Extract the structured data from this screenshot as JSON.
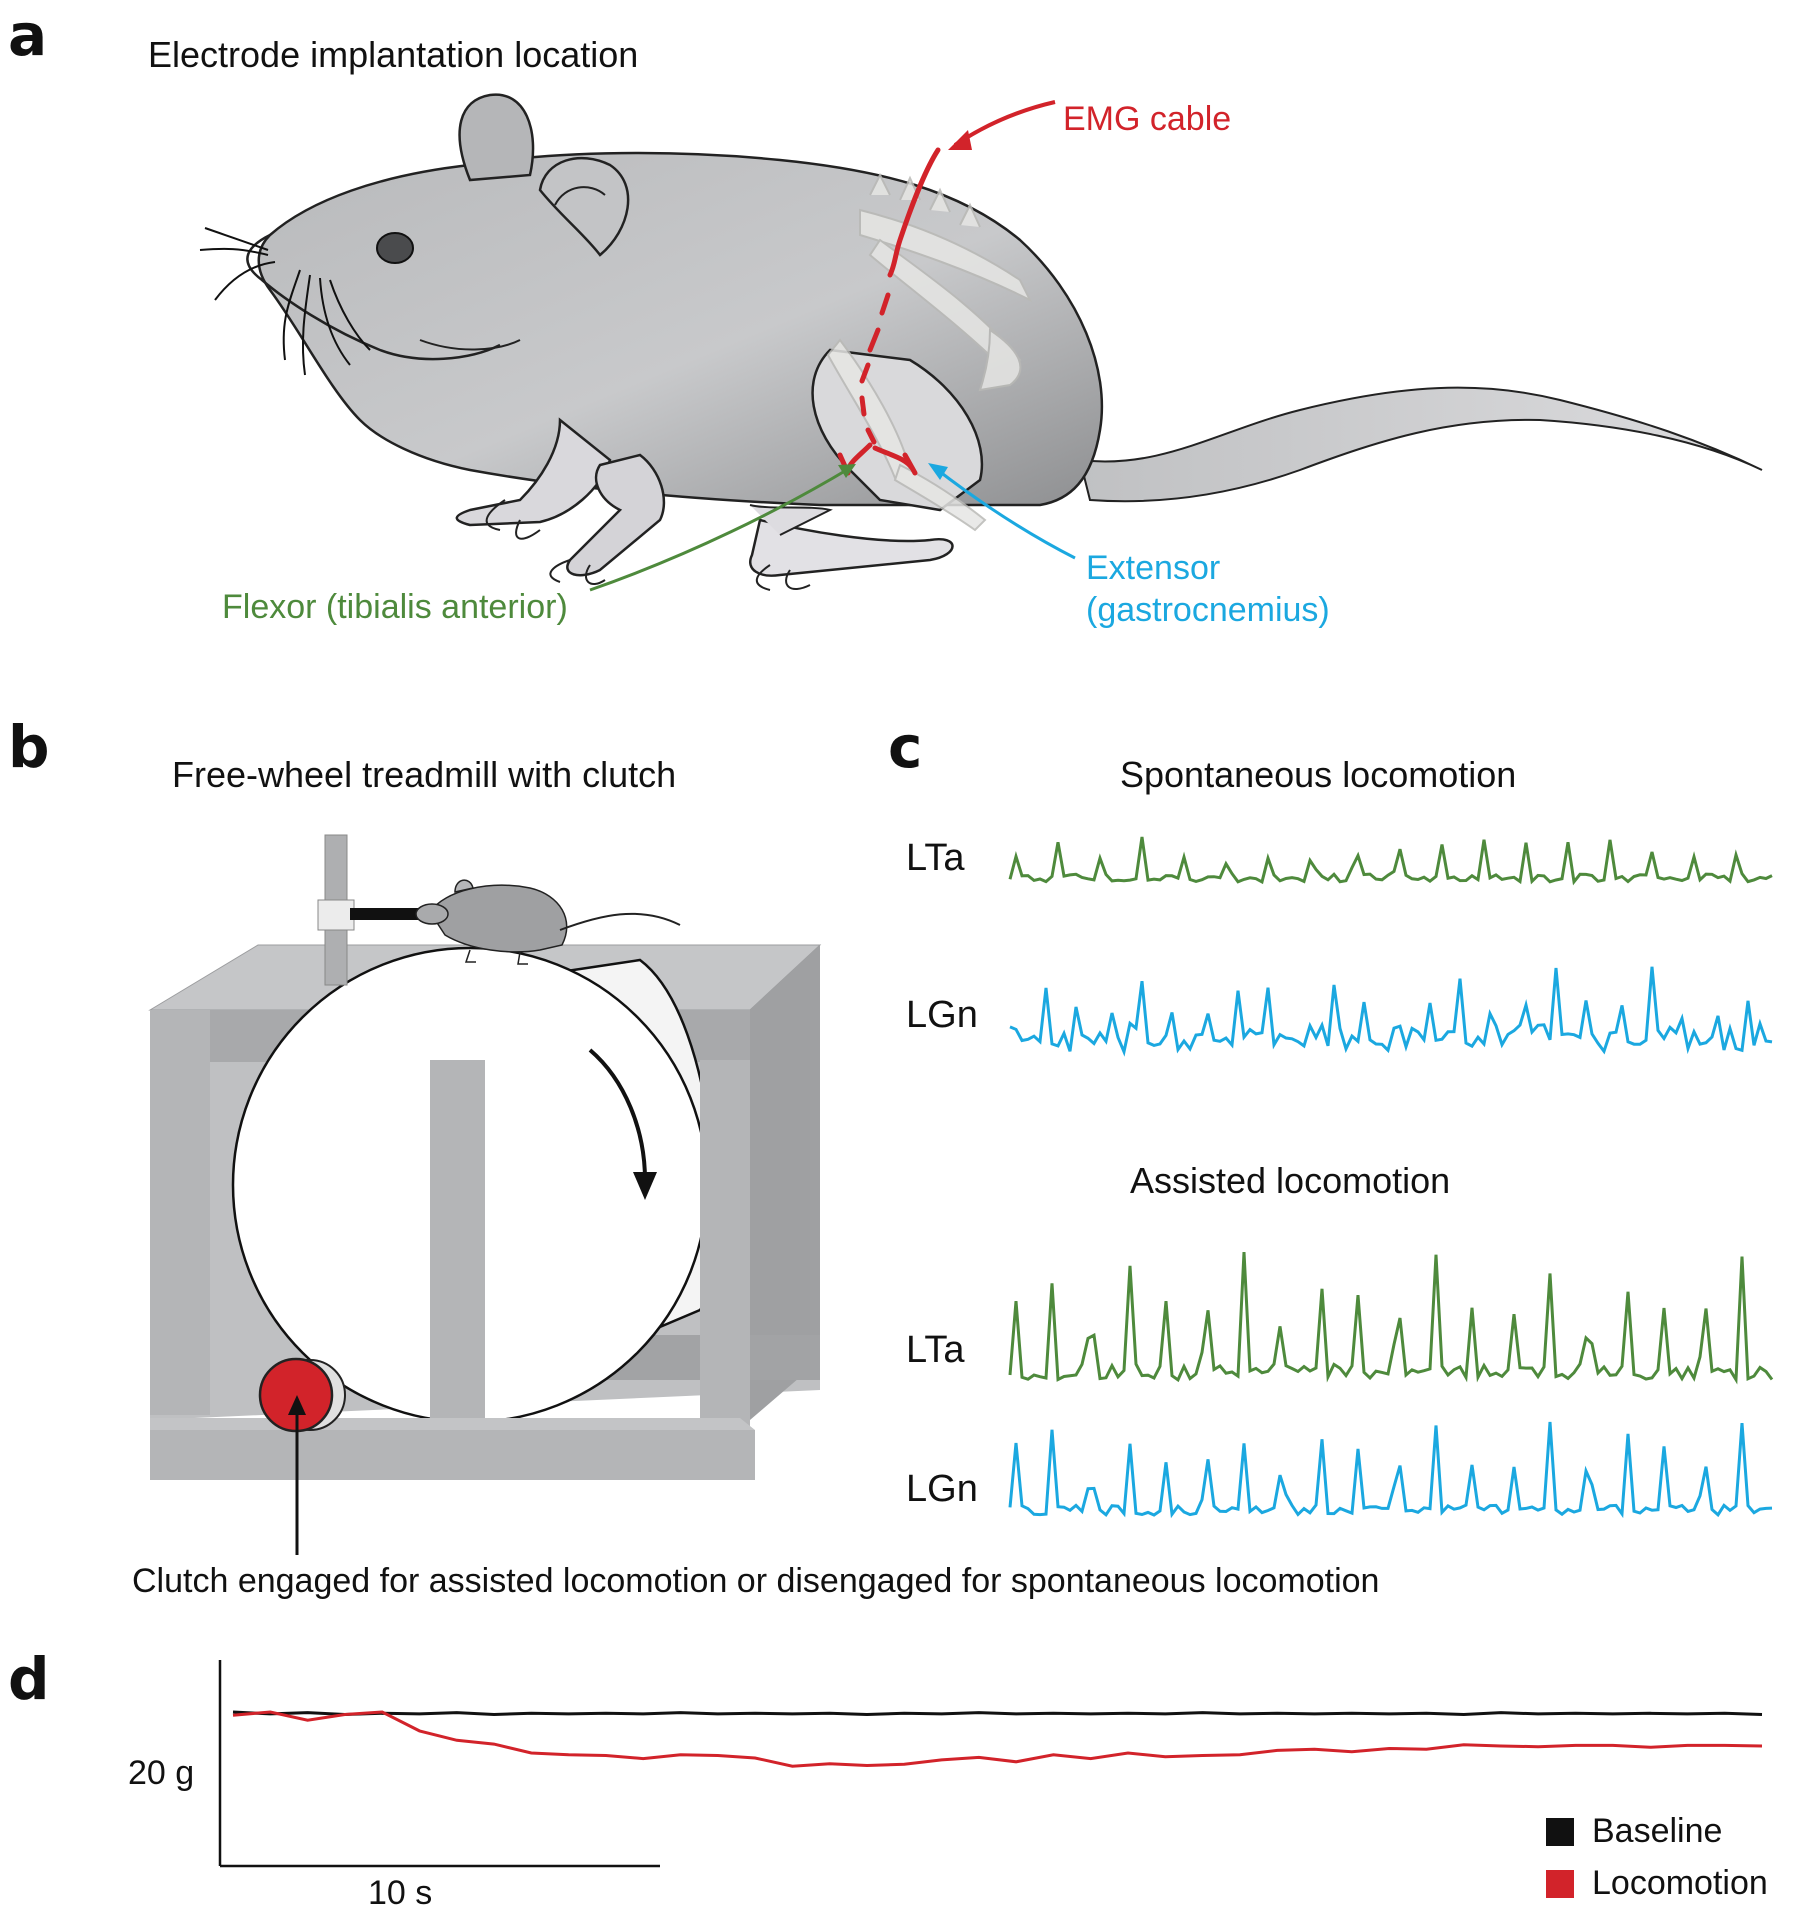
{
  "colors": {
    "flexor": "#4e8a3c",
    "extensor": "#1ba8e0",
    "emg": "#d2232a",
    "baseline": "#111111",
    "locomotion": "#d2232a",
    "mouse_body": "#a9aaac"
  },
  "panel_a": {
    "letter": "a",
    "title": "Electrode implantation location",
    "emg_label": "EMG cable",
    "flexor_label": "Flexor (tibialis anterior)",
    "extensor_label_1": "Extensor",
    "extensor_label_2": "(gastrocnemius)"
  },
  "panel_b": {
    "letter": "b",
    "title": "Free-wheel treadmill with clutch",
    "clutch_caption": "Clutch engaged for assisted locomotion or disengaged for spontaneous locomotion"
  },
  "panel_c": {
    "letter": "c",
    "spontaneous_title": "Spontaneous locomotion",
    "assisted_title": "Assisted locomotion",
    "trace_labels": {
      "lta": "LTa",
      "lgn": "LGn"
    }
  },
  "panel_d": {
    "letter": "d",
    "y_scale_label": "20 g",
    "x_scale_label": "10 s",
    "legend": [
      {
        "label": "Baseline",
        "color": "#111111"
      },
      {
        "label": "Locomotion",
        "color": "#d2232a"
      }
    ]
  },
  "chart_data": {
    "type": "line",
    "title": "",
    "xlabel": "10 s",
    "ylabel": "20 g",
    "series": [
      {
        "name": "Baseline",
        "values": [
          0,
          0.3,
          0.1,
          0.4,
          0.2,
          0.3,
          0.1,
          0.4,
          0.2,
          0.3,
          0.2,
          0.3,
          0.1,
          0.3,
          0.2,
          0.3,
          0.2,
          0.4,
          0.2,
          0.3,
          0.1,
          0.3,
          0.2,
          0.3,
          0.2,
          0.3,
          0.1,
          0.3,
          0.2,
          0.3,
          0.2,
          0.3,
          0.2,
          0.4,
          0.1,
          0.3,
          0.2,
          0.3,
          0.2,
          0.3,
          0.2,
          0.4
        ]
      },
      {
        "name": "Locomotion",
        "values": [
          0.5,
          0,
          1.3,
          0.4,
          0,
          3,
          4.5,
          5.1,
          6.5,
          6.8,
          6.9,
          7.4,
          6.8,
          6.9,
          7.3,
          8.6,
          8.2,
          8.5,
          8.3,
          7.6,
          7.2,
          7.9,
          6.8,
          7.4,
          6.5,
          7.1,
          6.9,
          6.8,
          6.1,
          5.9,
          6.3,
          5.8,
          5.9,
          5.2,
          5.4,
          5.5,
          5.3,
          5.3,
          5.6,
          5.3,
          5.3,
          5.4
        ]
      }
    ]
  }
}
